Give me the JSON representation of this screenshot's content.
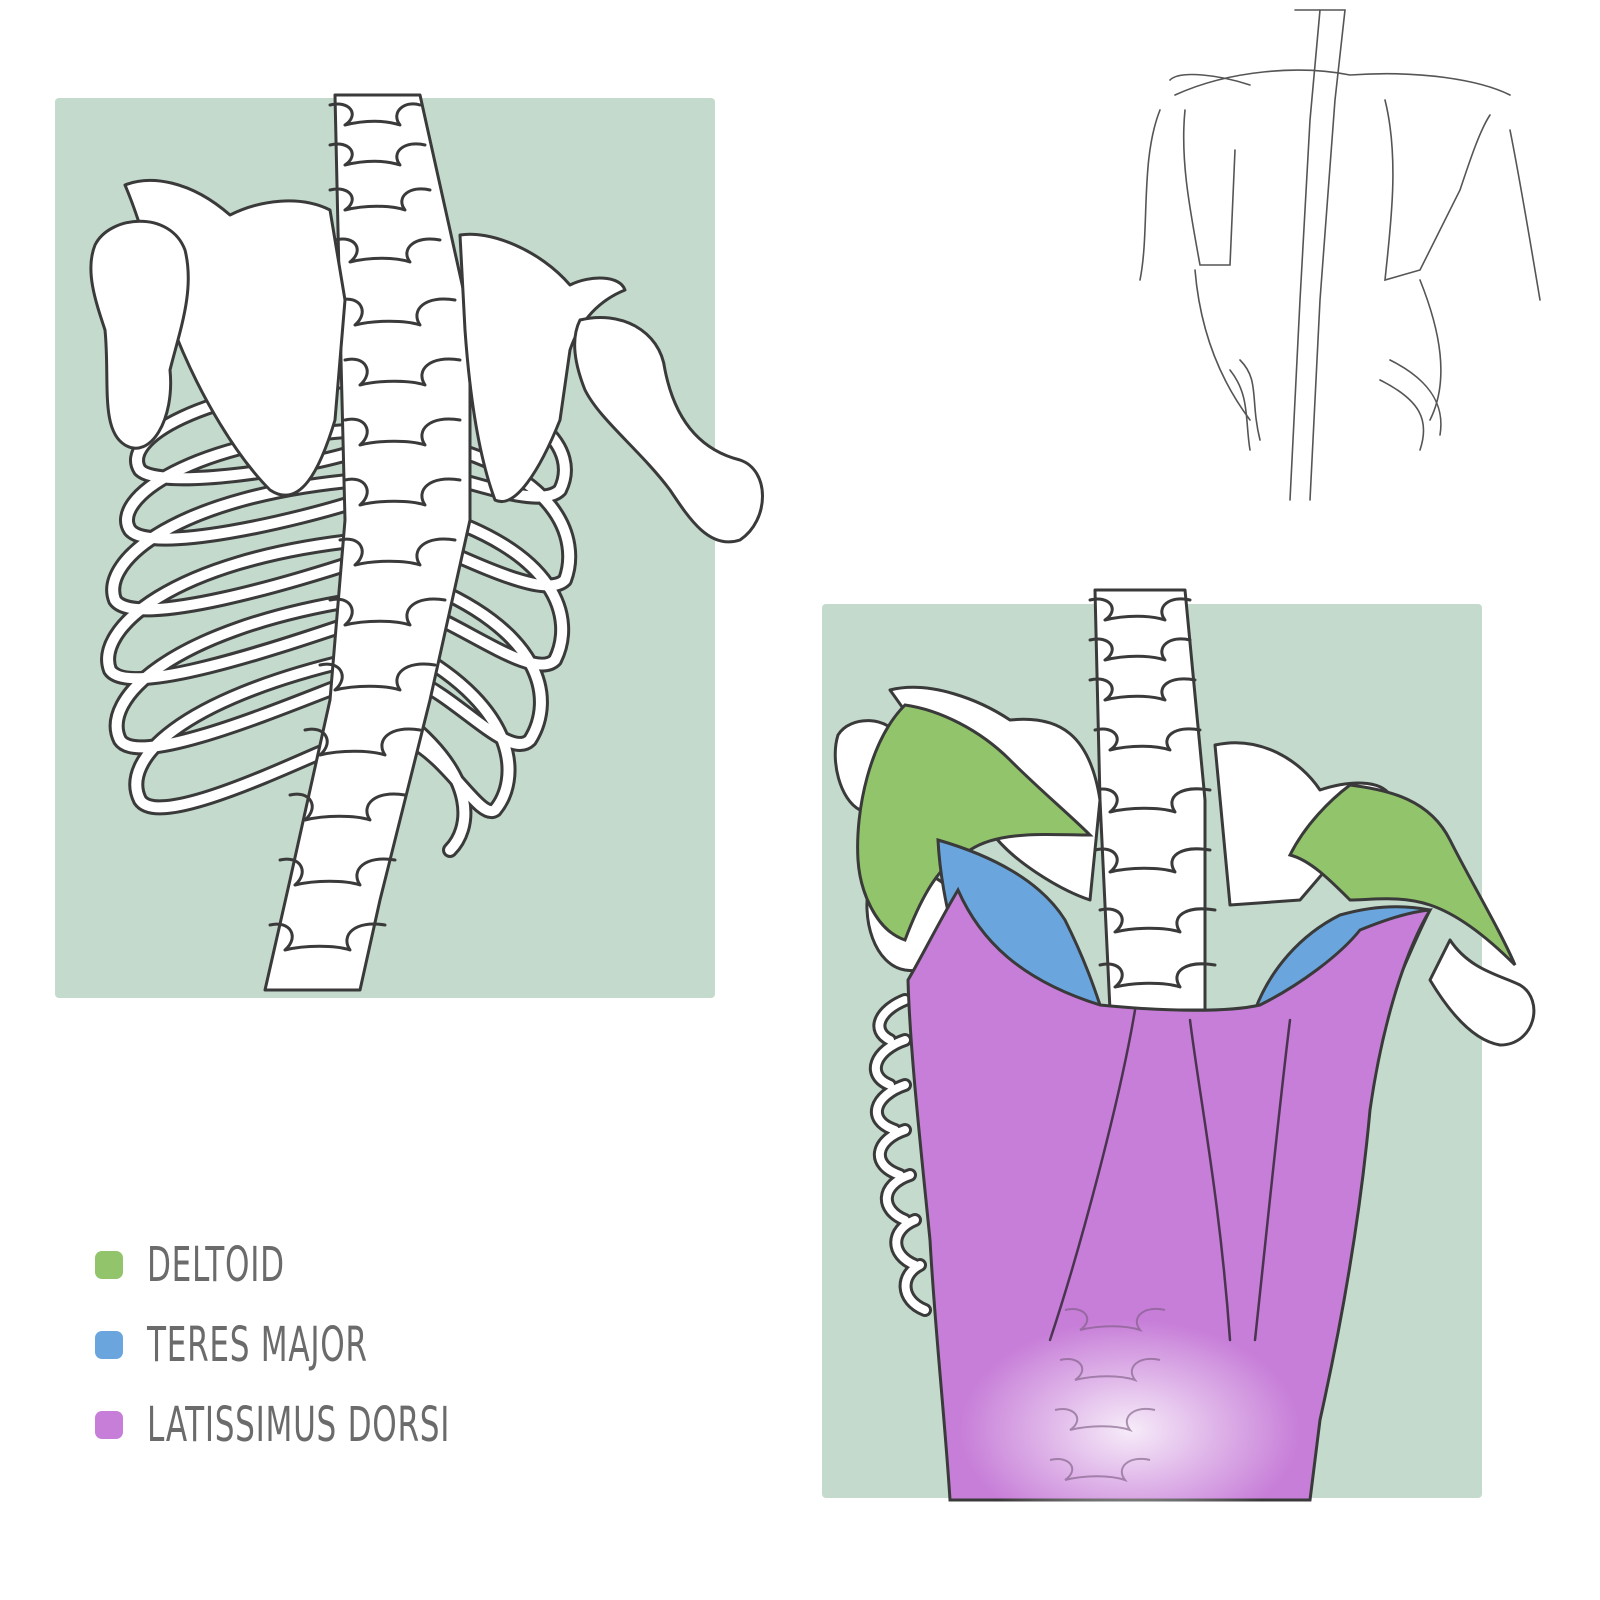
{
  "legend": {
    "items": [
      {
        "label": "DELTOID",
        "color": "#92c46b"
      },
      {
        "label": "TERES MAJOR",
        "color": "#6aa6dd"
      },
      {
        "label": "LATISSIMUS DORSI",
        "color": "#c77ed8"
      }
    ]
  },
  "colors": {
    "panel_background": "#c3dacd",
    "bone": "#ffffff",
    "outline": "#3a3a3a",
    "deltoid": "#92c46b",
    "teres_major": "#6aa6dd",
    "latissimus_dorsi": "#c77ed8"
  }
}
